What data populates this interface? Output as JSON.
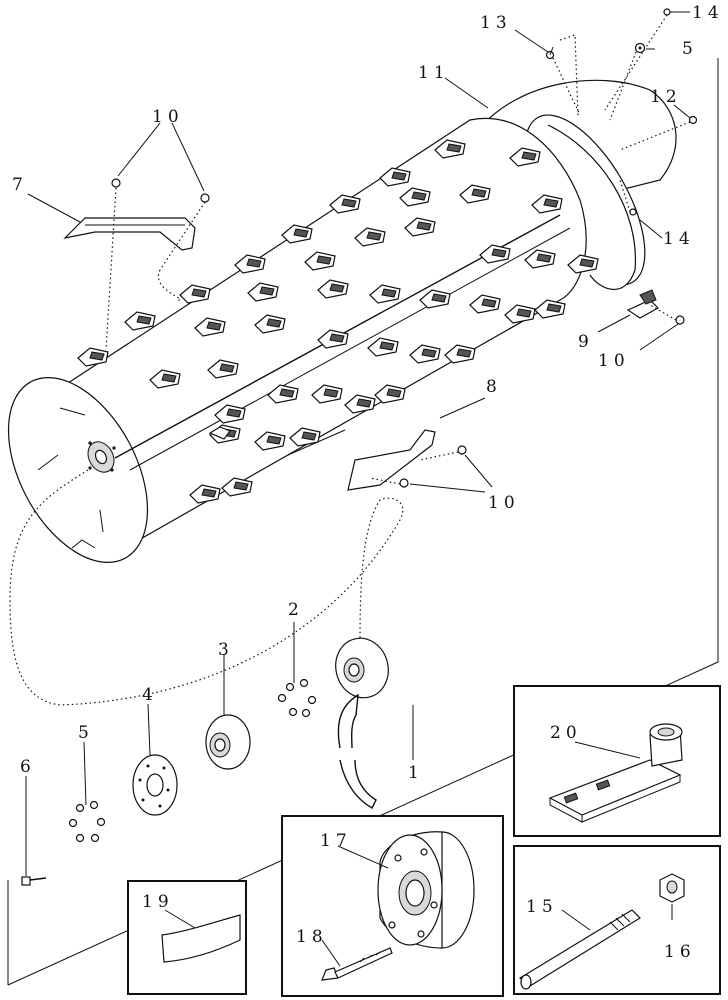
{
  "diagram": {
    "callouts": {
      "c1": "1",
      "c2": "2",
      "c3": "3",
      "c4": "4",
      "c5_top": "5",
      "c5_bottom": "5",
      "c6": "6",
      "c7": "7",
      "c8": "8",
      "c9": "9",
      "c10_top": "10",
      "c10_right": "10",
      "c10_mid": "10",
      "c11": "11",
      "c12": "12",
      "c13": "13",
      "c14_top": "14",
      "c14_right": "14",
      "c15": "15",
      "c16": "16",
      "c17": "17",
      "c18": "18",
      "c19": "19",
      "c20": "20"
    }
  }
}
